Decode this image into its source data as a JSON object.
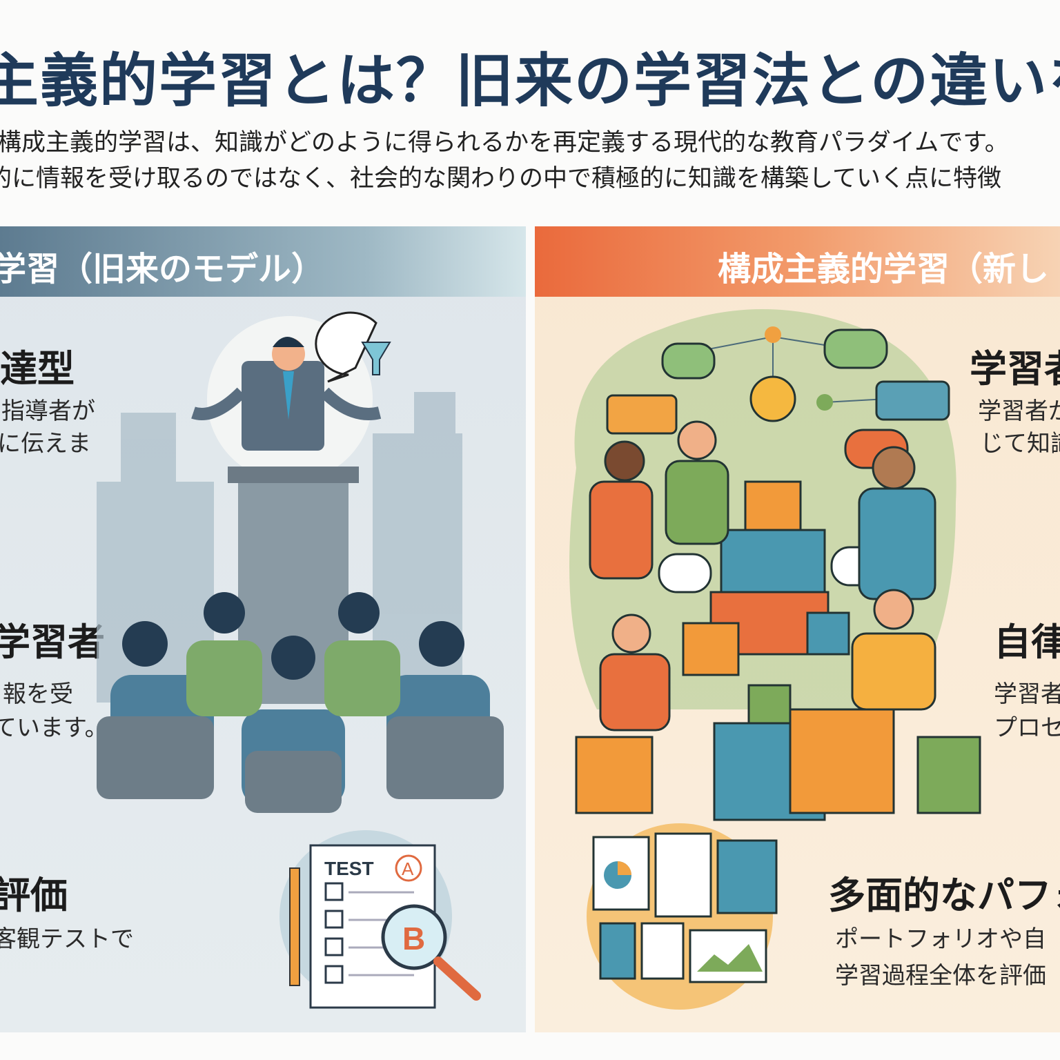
{
  "title": "主義的学習とは？旧来の学習法との違いを",
  "subtitle": [
    "構成主義的学習は、知識がどのように得られるかを再定義する現代的な教育パラダイムです。",
    "的に情報を受け取るのではなく、社会的な関わりの中で積極的に知識を構築していく点に特徴"
  ],
  "left": {
    "header": "学習（旧来のモデル）",
    "items": [
      {
        "heading": "達型",
        "lines": [
          "指導者が",
          "に伝えま"
        ]
      },
      {
        "heading": "学習者",
        "lines": [
          "報を受",
          "ています。"
        ]
      },
      {
        "heading": "評価",
        "lines": [
          "客観テストで"
        ]
      }
    ],
    "test": {
      "label": "TEST",
      "grade_a": "A",
      "grade_b": "B"
    }
  },
  "right": {
    "header": "構成主義的学習（新し",
    "items": [
      {
        "heading": "学習者",
        "lines": [
          "学習者が",
          "じて知識"
        ]
      },
      {
        "heading": "自律",
        "lines": [
          "学習者",
          "プロセ"
        ]
      },
      {
        "heading": "多面的なパフォ",
        "lines": [
          "ポートフォリオや自",
          "学習過程全体を評価"
        ]
      }
    ]
  },
  "colors": {
    "navy": "#1f3a5a",
    "orange": "#ea6a3c",
    "teal": "#4a8fa8",
    "green": "#7daa5a"
  }
}
